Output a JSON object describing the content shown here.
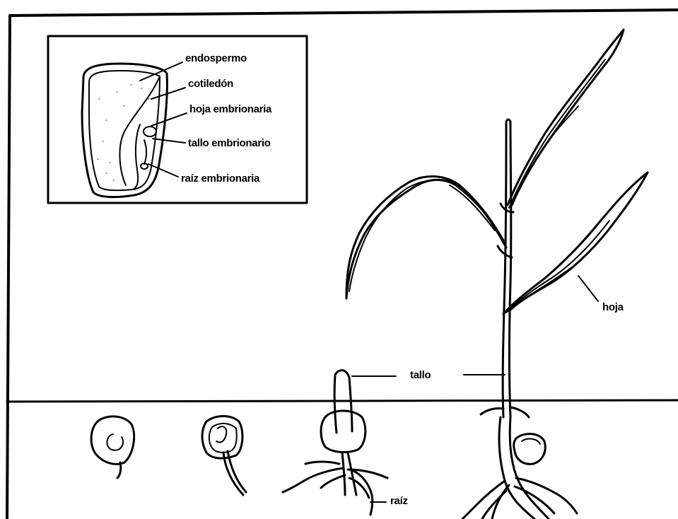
{
  "inset": {
    "labels": {
      "endosperm": "endospermo",
      "cotyledon": "cotiledón",
      "embryonic_leaf": "hoja embrionaria",
      "embryonic_stem": "tallo embrionario",
      "embryonic_root": "raíz embrionaria"
    }
  },
  "plant": {
    "labels": {
      "leaf": "hoja",
      "stem": "tallo",
      "root": "raíz"
    }
  },
  "colors": {
    "ink": "#000000",
    "paper": "#ffffff"
  }
}
